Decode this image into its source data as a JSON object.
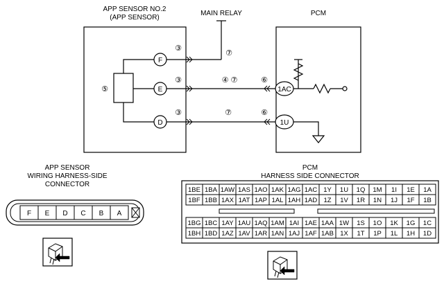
{
  "diagram": {
    "app_sensor_title_1": "APP SENSOR NO.2",
    "app_sensor_title_2": "(APP SENSOR)",
    "main_relay_label": "MAIN RELAY",
    "pcm_title": "PCM",
    "sensor_pins": {
      "f": "F",
      "e": "E",
      "d": "D"
    },
    "pcm_pins": {
      "ac": "1AC",
      "u": "1U"
    },
    "circled": {
      "sensor_element": "⑤",
      "f_left": "③",
      "f_right": "⑦",
      "e_left": "③",
      "e_mid": "④ ⑦",
      "e_right": "⑥",
      "d_left": "③",
      "d_mid": "⑦",
      "d_right": "⑥"
    }
  },
  "app_connector": {
    "title_1": "APP SENSOR",
    "title_2": "WIRING HARNESS-SIDE",
    "title_3": "CONNECTOR",
    "pins": [
      "F",
      "E",
      "D",
      "C",
      "B",
      "A"
    ]
  },
  "pcm_connector": {
    "title_1": "PCM",
    "title_2": "HARNESS SIDE CONNECTOR",
    "top_rows": [
      [
        "1BE",
        "1BA",
        "1AW",
        "1AS",
        "1AO",
        "1AK",
        "1AG",
        "1AC",
        "1Y",
        "1U",
        "1Q",
        "1M",
        "1I",
        "1E",
        "1A"
      ],
      [
        "1BF",
        "1BB",
        "1AX",
        "1AT",
        "1AP",
        "1AL",
        "1AH",
        "1AD",
        "1Z",
        "1V",
        "1R",
        "1N",
        "1J",
        "1F",
        "1B"
      ]
    ],
    "bottom_rows": [
      [
        "1BG",
        "1BC",
        "1AY",
        "1AU",
        "1AQ",
        "1AM",
        "1AI",
        "1AE",
        "1AA",
        "1W",
        "1S",
        "1O",
        "1K",
        "1G",
        "1C"
      ],
      [
        "1BH",
        "1BD",
        "1AZ",
        "1AV",
        "1AR",
        "1AN",
        "1AJ",
        "1AF",
        "1AB",
        "1X",
        "1T",
        "1P",
        "1L",
        "1H",
        "1D"
      ]
    ]
  }
}
